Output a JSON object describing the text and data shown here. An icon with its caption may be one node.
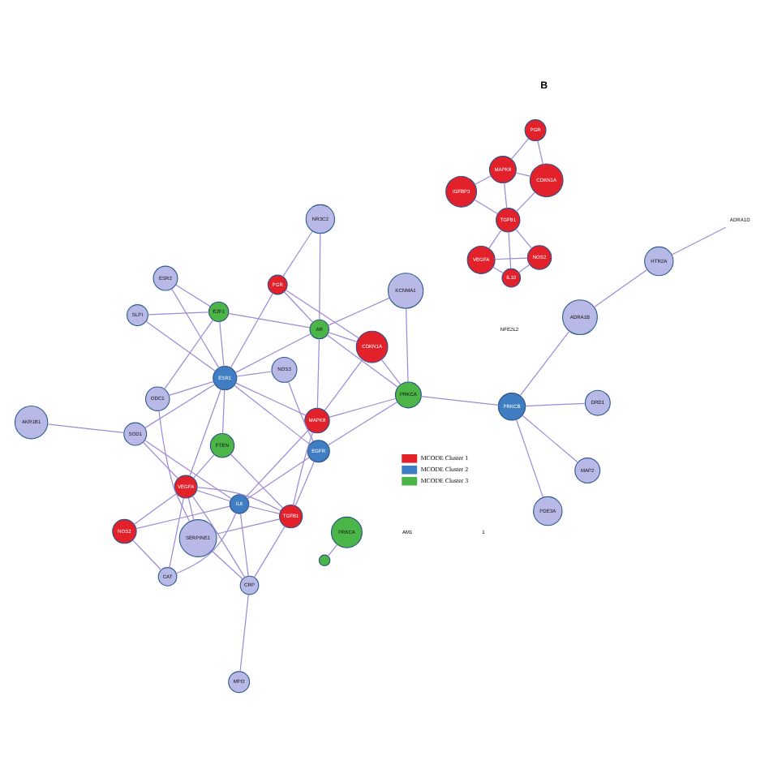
{
  "diagram": {
    "nodes": [
      {
        "text": [
          "AKR1B1"
        ]
      },
      {
        "text": [
          "MPO"
        ]
      },
      {
        "text": [
          "CAT"
        ]
      },
      {
        "text": [
          "CRP"
        ]
      },
      {
        "text": [
          "SERPINE1"
        ]
      },
      {
        "text": [
          "NOS2"
        ]
      },
      {
        "text": [
          "VEGFA"
        ]
      },
      {
        "text": [
          "SOD1"
        ]
      },
      {
        "text": [
          "IL6"
        ]
      },
      {
        "text": [
          "ODC1"
        ]
      },
      {
        "text": [
          "PTEN"
        ]
      },
      {
        "text": [
          "TGFB1"
        ]
      },
      {
        "text": [
          "SLPI"
        ]
      },
      {
        "text": [
          "EGFR"
        ]
      },
      {
        "text": [
          "E2F1"
        ]
      },
      {
        "text": [
          "NOS3"
        ]
      },
      {
        "text": [
          "ESR1"
        ]
      },
      {
        "text": [
          "ESR2"
        ]
      },
      {
        "text": [
          "MAPK8"
        ]
      },
      {
        "text": [
          "KCNMA1"
        ]
      },
      {
        "text": [
          "AR"
        ]
      },
      {
        "text": [
          "PGR"
        ]
      },
      {
        "text": [
          "PRKCA"
        ]
      },
      {
        "text": [
          "CDKN1A"
        ]
      },
      {
        "text": [
          "PRKCB"
        ]
      },
      {
        "text": [
          "NR3C2"
        ]
      },
      {
        "text": [
          "MAP2"
        ]
      },
      {
        "text": [
          "PDE3A"
        ]
      },
      {
        "text": [
          "ADRA1B"
        ]
      },
      {
        "text": [
          "DRD1"
        ]
      },
      {
        "text": [
          "ADRA1D"
        ]
      },
      {
        "text": [
          "HTR2A"
        ]
      },
      {
        "text": [
          "PGR"
        ]
      },
      {
        "text": [
          "MAPK8"
        ]
      },
      {
        "text": [
          "CDKN1A"
        ]
      },
      {
        "text": [
          "IGFBP3"
        ]
      },
      {
        "text": [
          "TGFB1"
        ]
      },
      {
        "text": [
          "IL10"
        ]
      },
      {
        "text": [
          "NOS2"
        ]
      },
      {
        "text": [
          "VEGFA"
        ]
      },
      {
        "text": [
          "PRKCA"
        ]
      },
      {
        "text": [],
        "shape": "circle"
      }
    ],
    "edges": [
      {
        "from": 0,
        "to": 7,
        "arrow": "none"
      },
      {
        "from": 1,
        "to": 3,
        "arrow": "none"
      },
      {
        "from": 3,
        "to": 4,
        "arrow": "none"
      },
      {
        "from": 2,
        "to": 6,
        "arrow": "none"
      },
      {
        "from": 2,
        "to": 5,
        "arrow": "none"
      },
      {
        "from": 2,
        "to": 8,
        "arrow": "none"
      },
      {
        "from": 3,
        "to": 6,
        "arrow": "none"
      },
      {
        "from": 3,
        "to": 8,
        "arrow": "none"
      },
      {
        "from": 3,
        "to": 11,
        "arrow": "none"
      },
      {
        "from": 4,
        "to": 6,
        "arrow": "none"
      },
      {
        "from": 4,
        "to": 9,
        "arrow": "none"
      },
      {
        "from": 4,
        "to": 11,
        "arrow": "none"
      },
      {
        "from": 5,
        "to": 6,
        "arrow": "none"
      },
      {
        "from": 5,
        "to": 8,
        "arrow": "none"
      },
      {
        "from": 6,
        "to": 7,
        "arrow": "none"
      },
      {
        "from": 6,
        "to": 8,
        "arrow": "none"
      },
      {
        "from": 6,
        "to": 11,
        "arrow": "none"
      },
      {
        "from": 6,
        "to": 10,
        "arrow": "none"
      },
      {
        "from": 6,
        "to": 16,
        "arrow": "none"
      },
      {
        "from": 7,
        "to": 16,
        "arrow": "none"
      },
      {
        "from": 7,
        "to": 8,
        "arrow": "none"
      },
      {
        "from": 8,
        "to": 11,
        "arrow": "none"
      },
      {
        "from": 8,
        "to": 13,
        "arrow": "none"
      },
      {
        "from": 8,
        "to": 18,
        "arrow": "none"
      },
      {
        "from": 9,
        "to": 14,
        "arrow": "none"
      },
      {
        "from": 9,
        "to": 16,
        "arrow": "none"
      },
      {
        "from": 10,
        "to": 16,
        "arrow": "none"
      },
      {
        "from": 10,
        "to": 11,
        "arrow": "none"
      },
      {
        "from": 11,
        "to": 13,
        "arrow": "none"
      },
      {
        "from": 11,
        "to": 18,
        "arrow": "none"
      },
      {
        "from": 12,
        "to": 14,
        "arrow": "none"
      },
      {
        "from": 12,
        "to": 16,
        "arrow": "none"
      },
      {
        "from": 13,
        "to": 15,
        "arrow": "none"
      },
      {
        "from": 13,
        "to": 16,
        "arrow": "none"
      },
      {
        "from": 13,
        "to": 22,
        "arrow": "none"
      },
      {
        "from": 14,
        "to": 16,
        "arrow": "none"
      },
      {
        "from": 14,
        "to": 17,
        "arrow": "none"
      },
      {
        "from": 14,
        "to": 20,
        "arrow": "none"
      },
      {
        "from": 15,
        "to": 16,
        "arrow": "none"
      },
      {
        "from": 16,
        "to": 17,
        "arrow": "none"
      },
      {
        "from": 16,
        "to": 20,
        "arrow": "none"
      },
      {
        "from": 16,
        "to": 18,
        "arrow": "none"
      },
      {
        "from": 16,
        "to": 21,
        "arrow": "none"
      },
      {
        "from": 18,
        "to": 20,
        "arrow": "none"
      },
      {
        "from": 18,
        "to": 22,
        "arrow": "none"
      },
      {
        "from": 18,
        "to": 23,
        "arrow": "none"
      },
      {
        "from": 19,
        "to": 20,
        "arrow": "none"
      },
      {
        "from": 19,
        "to": 22,
        "arrow": "none"
      },
      {
        "from": 20,
        "to": 21,
        "arrow": "none"
      },
      {
        "from": 20,
        "to": 23,
        "arrow": "none"
      },
      {
        "from": 20,
        "to": 22,
        "arrow": "none"
      },
      {
        "from": 20,
        "to": 25,
        "arrow": "none"
      },
      {
        "from": 21,
        "to": 25,
        "arrow": "none"
      },
      {
        "from": 21,
        "to": 23,
        "arrow": "none"
      },
      {
        "from": 22,
        "to": 23,
        "arrow": "none"
      },
      {
        "from": 22,
        "to": 24,
        "arrow": "none"
      },
      {
        "from": 24,
        "to": 26,
        "arrow": "none"
      },
      {
        "from": 24,
        "to": 27,
        "arrow": "none"
      },
      {
        "from": 24,
        "to": 29,
        "arrow": "none"
      },
      {
        "from": 24,
        "to": 28,
        "arrow": "none"
      },
      {
        "from": 28,
        "to": 31,
        "arrow": "none"
      },
      {
        "from": 30,
        "to": 31,
        "arrow": "none"
      },
      {
        "from": 32,
        "to": 33,
        "arrow": "none"
      },
      {
        "from": 32,
        "to": 34,
        "arrow": "none"
      },
      {
        "from": 33,
        "to": 34,
        "arrow": "none"
      },
      {
        "from": 33,
        "to": 35,
        "arrow": "none"
      },
      {
        "from": 33,
        "to": 36,
        "arrow": "none"
      },
      {
        "from": 34,
        "to": 36,
        "arrow": "none"
      },
      {
        "from": 35,
        "to": 36,
        "arrow": "none"
      },
      {
        "from": 36,
        "to": 38,
        "arrow": "none"
      },
      {
        "from": 36,
        "to": 39,
        "arrow": "none"
      },
      {
        "from": 36,
        "to": 37,
        "arrow": "none"
      },
      {
        "from": 38,
        "to": 37,
        "arrow": "none"
      },
      {
        "from": 37,
        "to": 39,
        "arrow": "none"
      },
      {
        "from": 38,
        "to": 39,
        "arrow": "none"
      },
      {
        "from": 40,
        "to": 41,
        "arrow": "none"
      }
    ],
    "labels": [
      "B",
      "AM1",
      "1",
      "NFE2L2"
    ],
    "legend": [
      {
        "text": "MCODE Cluster 1",
        "color": "#e3212b"
      },
      {
        "text": "MCODE Cluster 2",
        "color": "#3f7ec2"
      },
      {
        "text": "MCODE Cluster 3",
        "color": "#4bb548"
      }
    ]
  }
}
